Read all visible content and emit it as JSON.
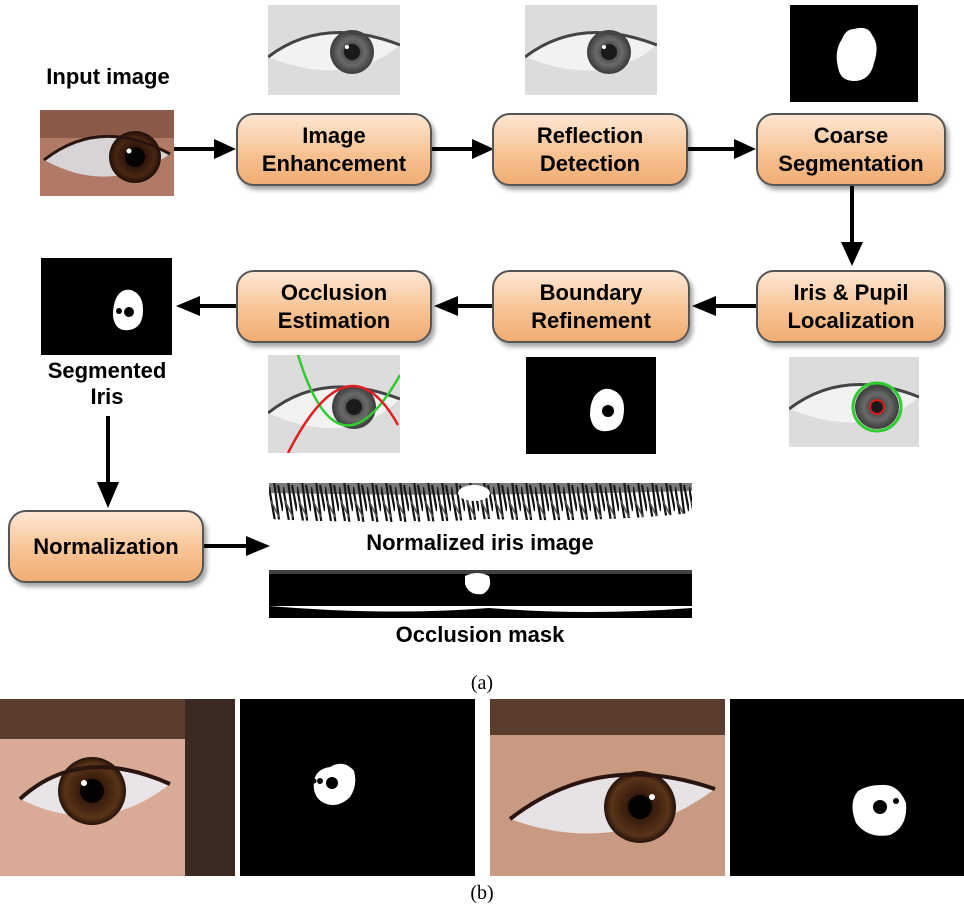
{
  "labels": {
    "input_image": "Input image",
    "segmented_iris_line1": "Segmented",
    "segmented_iris_line2": "Iris",
    "normalized_iris_image": "Normalized iris image",
    "occlusion_mask": "Occlusion mask"
  },
  "boxes": {
    "image_enhancement": [
      "Image",
      "Enhancement"
    ],
    "reflection_detection": [
      "Reflection",
      "Detection"
    ],
    "coarse_segmentation": [
      "Coarse",
      "Segmentation"
    ],
    "iris_pupil_localization": [
      "Iris & Pupil",
      "Localization"
    ],
    "boundary_refinement": [
      "Boundary",
      "Refinement"
    ],
    "occlusion_estimation": [
      "Occlusion",
      "Estimation"
    ],
    "normalization": [
      "Normalization"
    ]
  },
  "captions": {
    "a": "(a)",
    "b": "(b)"
  },
  "colors": {
    "box_fill": "#f7c394",
    "curve_green": "#2ecc2e",
    "curve_red": "#e02020"
  }
}
